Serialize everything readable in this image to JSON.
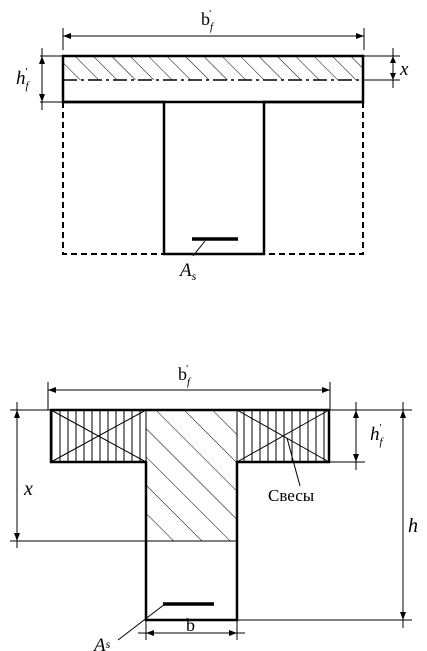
{
  "figure_top": {
    "bf_label": {
      "main": "b",
      "sub": "f",
      "sup": "'"
    },
    "hf_label": {
      "main": "h",
      "sub": "f",
      "sup": "'"
    },
    "x_label": "x",
    "as_label": {
      "main": "A",
      "sub": "s"
    }
  },
  "figure_bottom": {
    "bf_label": {
      "main": "b",
      "sub": "f",
      "sup": "'"
    },
    "hf_label": {
      "main": "h",
      "sub": "f",
      "sup": "'"
    },
    "x_label": "x",
    "h_label": "h",
    "b_label": "b",
    "as_label": {
      "main": "A",
      "sub": "s"
    },
    "overhangs_label": "Свесы"
  },
  "colors": {
    "line": "#000000",
    "background": "#ffffff"
  }
}
